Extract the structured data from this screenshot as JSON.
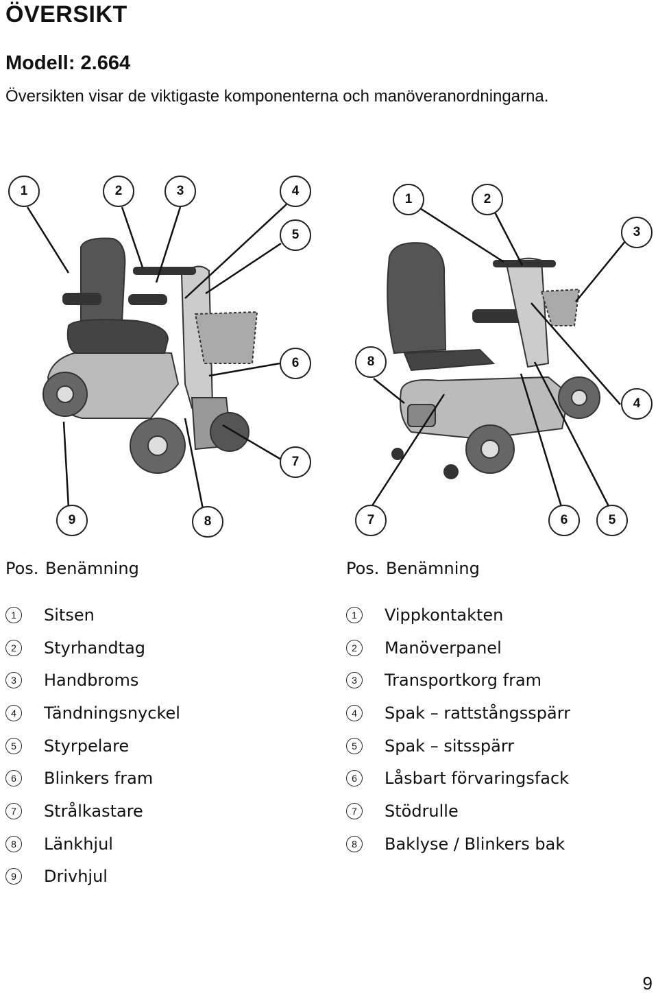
{
  "header": {
    "title": "ÖVERSIKT",
    "model": "Modell: 2.664",
    "intro": "Översikten visar de viktigaste komponenterna och manöveranordningarna."
  },
  "figure": {
    "left_callouts": [
      "1",
      "2",
      "3",
      "4",
      "5",
      "6",
      "7",
      "8",
      "9"
    ],
    "right_callouts": [
      "1",
      "2",
      "3",
      "4",
      "5",
      "6",
      "7",
      "8"
    ]
  },
  "table_left": {
    "header_pos": "Pos.",
    "header_name": "Benämning",
    "rows": [
      {
        "num": "1",
        "label": "Sitsen"
      },
      {
        "num": "2",
        "label": "Styrhandtag"
      },
      {
        "num": "3",
        "label": "Handbroms"
      },
      {
        "num": "4",
        "label": "Tändningsnyckel"
      },
      {
        "num": "5",
        "label": "Styrpelare"
      },
      {
        "num": "6",
        "label": "Blinkers fram"
      },
      {
        "num": "7",
        "label": "Strålkastare"
      },
      {
        "num": "8",
        "label": "Länkhjul"
      },
      {
        "num": "9",
        "label": "Drivhjul"
      }
    ]
  },
  "table_right": {
    "header_pos": "Pos.",
    "header_name": "Benämning",
    "rows": [
      {
        "num": "1",
        "label": "Vippkontakten"
      },
      {
        "num": "2",
        "label": "Manöverpanel"
      },
      {
        "num": "3",
        "label": "Transportkorg fram"
      },
      {
        "num": "4",
        "label": "Spak – rattstångsspärr"
      },
      {
        "num": "5",
        "label": "Spak – sitsspärr"
      },
      {
        "num": "6",
        "label": "Låsbart förvaringsfack"
      },
      {
        "num": "7",
        "label": "Stödrulle"
      },
      {
        "num": "8",
        "label": "Baklyse / Blinkers bak"
      }
    ]
  },
  "page_number": "9"
}
